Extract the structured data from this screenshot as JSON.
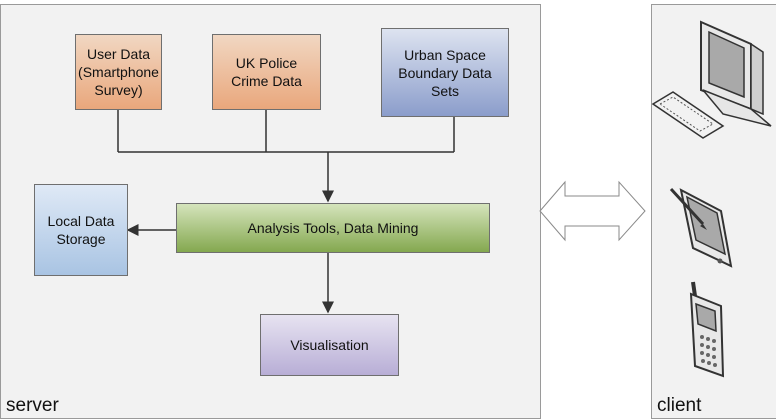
{
  "server": {
    "label": "server",
    "boxes": {
      "user_data": "User Data\n(Smartphone\nSurvey)",
      "uk_police": "UK Police\nCrime Data",
      "urban_space": "Urban Space\nBoundary Data\nSets",
      "local_storage": "Local Data\nStorage",
      "analysis": "Analysis Tools, Data Mining",
      "visualisation": "Visualisation"
    }
  },
  "client": {
    "label": "client",
    "devices": [
      "desktop-computer-icon",
      "tablet-icon",
      "mobile-phone-icon"
    ]
  }
}
